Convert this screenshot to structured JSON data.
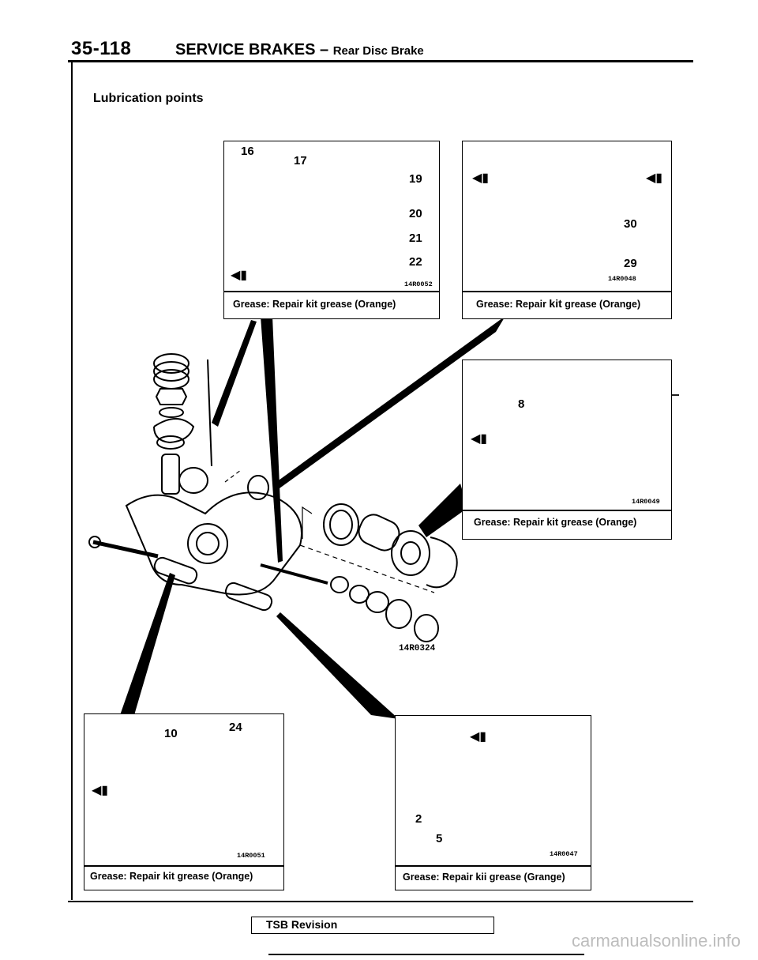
{
  "header": {
    "page_number": "35-118",
    "section": "SERVICE BRAKES",
    "dash": "–",
    "subsection": "Rear Disc Brake"
  },
  "title": "Lubrication points",
  "panels": {
    "top_center": {
      "caption": "Grease: Repair kit grease (Orange)",
      "code": "14R0052",
      "callouts": [
        "16",
        "17",
        "19",
        "20",
        "21",
        "22"
      ]
    },
    "top_right": {
      "caption_a": "Grease: Repair",
      "caption_kit": "kit",
      "caption_b": "grease (Orange)",
      "code": "14R0048",
      "callouts": [
        "30",
        "29"
      ]
    },
    "mid_right": {
      "caption": "Grease: Repair kit grease (Orange)",
      "code": "14R0049",
      "callouts": [
        "8"
      ]
    },
    "bottom_left": {
      "caption": "Grease: Repair kit grease (Orange)",
      "code": "14R0051",
      "callouts": [
        "10",
        "24"
      ]
    },
    "bottom_right": {
      "caption": "Grease: Repair kii grease (Grange)",
      "code": "14R0047",
      "callouts": [
        "2",
        "5"
      ]
    }
  },
  "main_figure_code": "14R0324",
  "footer": {
    "tsb_label": "TSB Revision"
  },
  "watermark": "carmanualsonline.info",
  "icons": [
    "grease-gun-icon"
  ]
}
